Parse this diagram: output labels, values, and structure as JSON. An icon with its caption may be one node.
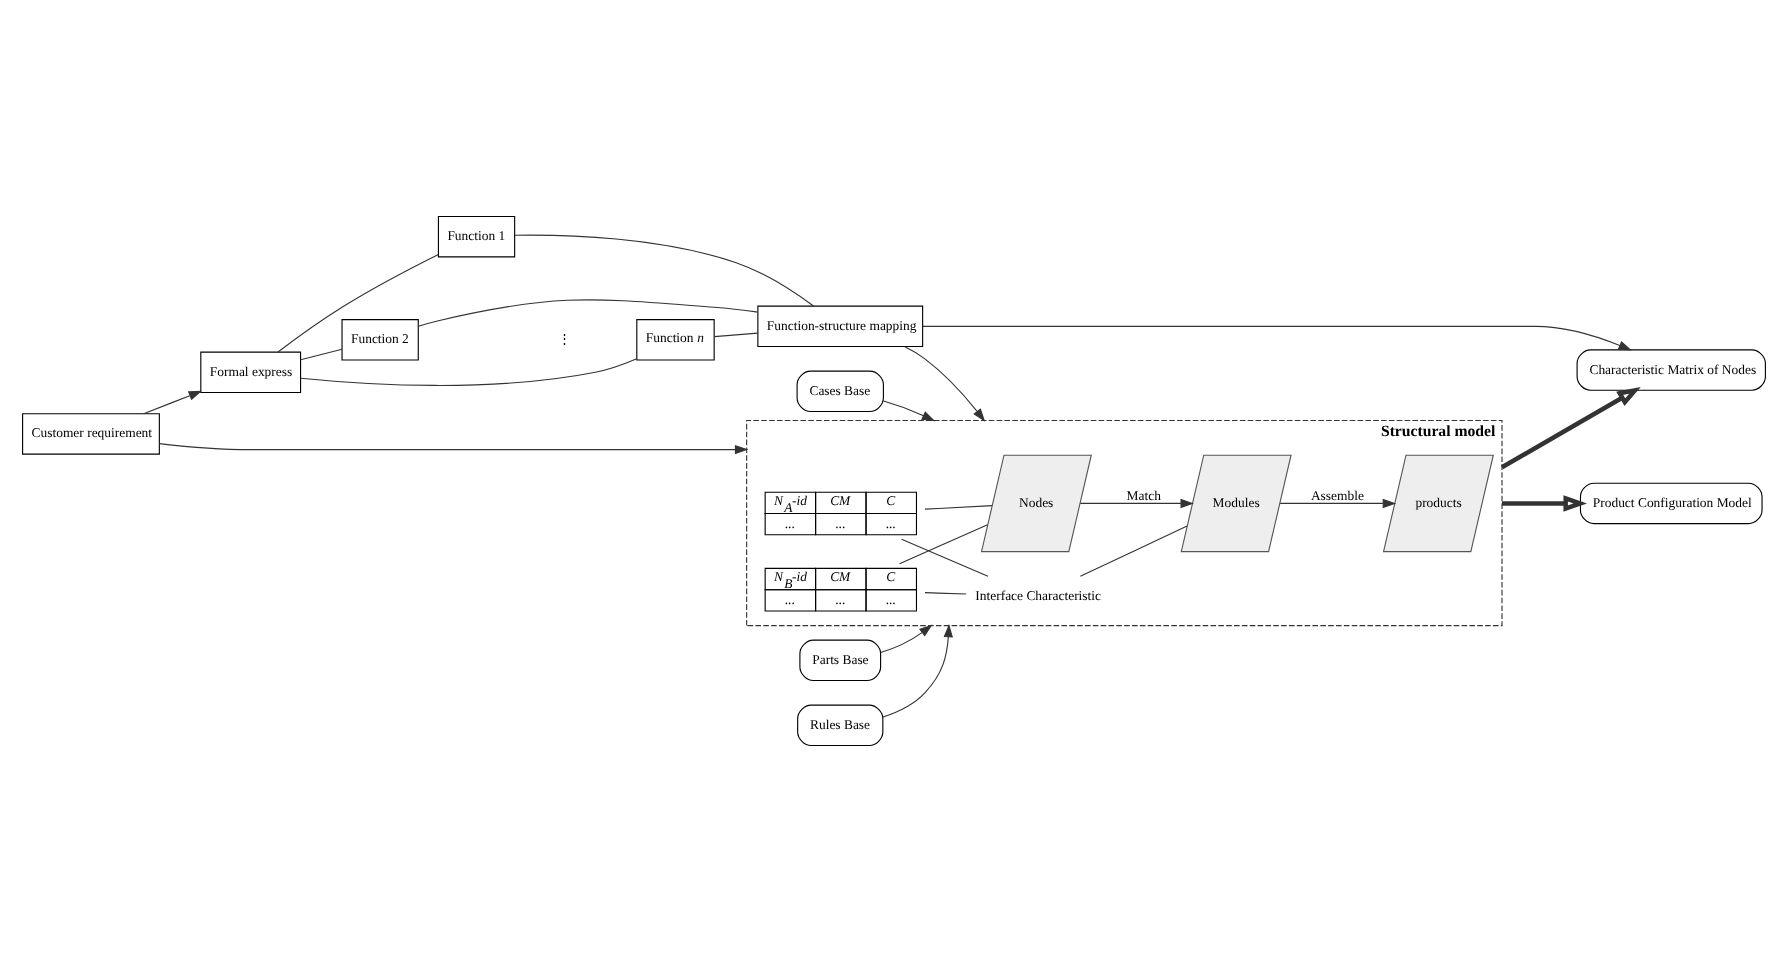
{
  "diagram": {
    "nodes": [
      {
        "text": [
          "Customer requirement"
        ]
      },
      {
        "text": [
          "Formal express"
        ]
      },
      {
        "text": [
          "Function 1"
        ]
      },
      {
        "text": [
          "Function 2"
        ]
      },
      {
        "text": [
          "Function *n*"
        ]
      },
      {
        "text": [
          "Function-structure mapping"
        ]
      },
      {
        "text": [
          "Structural model"
        ]
      },
      {
        "text": [
          "N$_{A}$-id",
          "CM",
          "C",
          "...",
          "...",
          "..."
        ],
        "in": 6
      },
      {
        "text": [
          "N$_{B}$-id",
          "CM",
          "C",
          "...",
          "...",
          "..."
        ],
        "in": 6
      },
      {
        "text": [
          "Interface Characteristic"
        ],
        "in": 6
      },
      {
        "text": [
          "Nodes"
        ],
        "in": 6
      },
      {
        "text": [
          "Modules"
        ],
        "in": 6
      },
      {
        "text": [
          "products"
        ],
        "in": 6
      },
      {
        "text": [
          "Parts Base"
        ]
      },
      {
        "text": [
          "Rules Base"
        ]
      },
      {
        "text": [
          "Cases Base"
        ]
      },
      {
        "text": [
          "Characteristic Matrix of Nodes"
        ]
      },
      {
        "text": [
          "Product Configuration Model"
        ]
      }
    ],
    "edges": [
      {
        "from": 0,
        "to": 1,
        "arrow": "to"
      },
      {
        "from": 0,
        "to": 6,
        "arrow": "to"
      },
      {
        "from": 1,
        "to": 2,
        "arrow": "none"
      },
      {
        "from": 1,
        "to": 3,
        "arrow": "none"
      },
      {
        "from": 1,
        "to": 4,
        "arrow": "none"
      },
      {
        "from": 2,
        "to": 5,
        "arrow": "none"
      },
      {
        "from": 3,
        "to": 5,
        "arrow": "none"
      },
      {
        "from": 4,
        "to": 5,
        "arrow": "none"
      },
      {
        "from": 5,
        "to": 6,
        "arrow": "to"
      },
      {
        "from": 5,
        "to": 16,
        "arrow": "to"
      },
      {
        "from": 13,
        "to": 6,
        "arrow": "to"
      },
      {
        "from": 14,
        "to": 6,
        "arrow": "to"
      },
      {
        "from": 15,
        "to": 6,
        "arrow": "to"
      },
      {
        "from": 7,
        "to": 9,
        "arrow": "none"
      },
      {
        "from": 8,
        "to": 9,
        "arrow": "none"
      },
      {
        "from": 9,
        "to": 11,
        "arrow": "none"
      },
      {
        "from": 7,
        "to": 10,
        "arrow": "none"
      },
      {
        "from": 8,
        "to": 10,
        "arrow": "none"
      },
      {
        "from": 10,
        "to": 11,
        "arrow": "to",
        "label": "Match"
      },
      {
        "from": 11,
        "to": 12,
        "arrow": "to",
        "label": "Assemble"
      },
      {
        "from": 6,
        "to": 16,
        "arrow": "to",
        "style": "thick"
      },
      {
        "from": 6,
        "to": 17,
        "arrow": "to",
        "style": "thick"
      }
    ],
    "labels": [
      "⋮"
    ]
  }
}
